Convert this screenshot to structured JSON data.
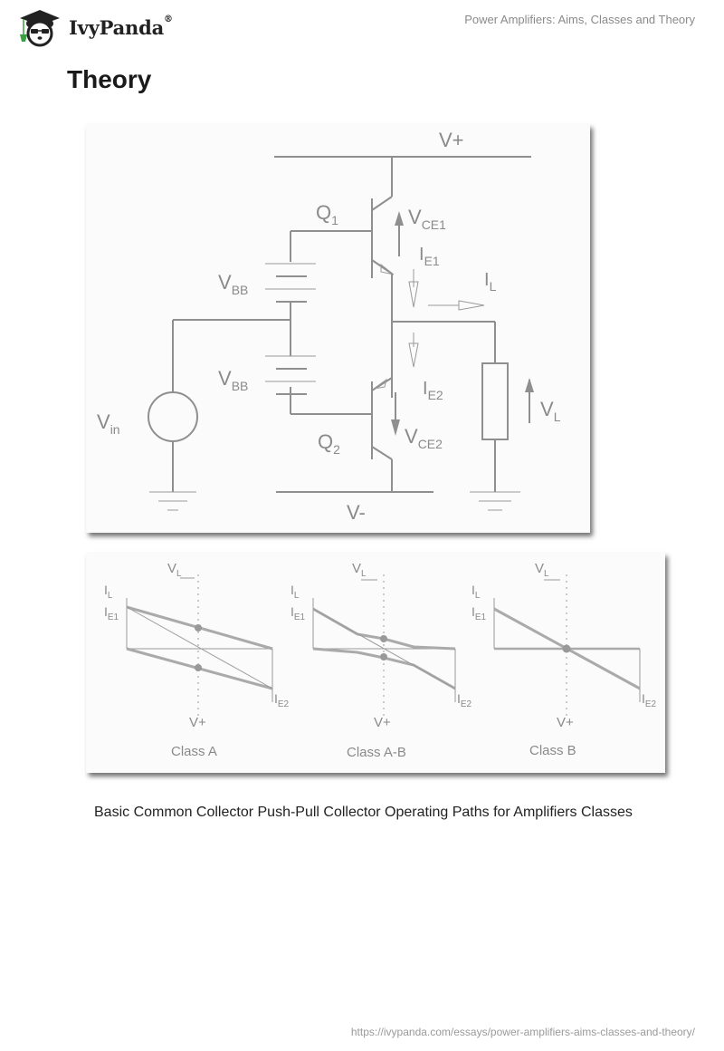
{
  "header": {
    "brand": "IvyPanda",
    "brand_mark": "®",
    "logo_icon": "panda-graduate-icon",
    "doc_title": "Power Amplifiers: Aims, Classes and Theory"
  },
  "section": {
    "title": "Theory"
  },
  "schematic": {
    "v_plus": "V+",
    "v_minus": "V-",
    "q1": "Q",
    "q1_sub": "1",
    "q2": "Q",
    "q2_sub": "2",
    "vbb1": "V",
    "vbb1_sub": "BB",
    "vbb2": "V",
    "vbb2_sub": "BB",
    "vin": "V",
    "vin_sub": "in",
    "vce1": "V",
    "vce1_sub": "CE1",
    "ie1": "I",
    "ie1_sub": "E1",
    "il": "I",
    "il_sub": "L",
    "ie2": "I",
    "ie2_sub": "E2",
    "vce2": "V",
    "vce2_sub": "CE2",
    "vl": "V",
    "vl_sub": "L"
  },
  "operating_paths": {
    "plots": [
      {
        "class_label": "Class A",
        "vl": "V",
        "vl_sub": "L",
        "il": "I",
        "il_sub": "L",
        "ie1": "I",
        "ie1_sub": "E1",
        "ie2": "I",
        "ie2_sub": "E2",
        "vplus": "V+"
      },
      {
        "class_label": "Class A-B",
        "vl": "V",
        "vl_sub": "L",
        "il": "I",
        "il_sub": "L",
        "ie1": "I",
        "ie1_sub": "E1",
        "ie2": "I",
        "ie2_sub": "E2",
        "vplus": "V+"
      },
      {
        "class_label": "Class B",
        "vl": "V",
        "vl_sub": "L",
        "il": "I",
        "il_sub": "L",
        "ie1": "I",
        "ie1_sub": "E1",
        "ie2": "I",
        "ie2_sub": "E2",
        "vplus": "V+"
      }
    ]
  },
  "caption": "Basic Common Collector Push-Pull Collector Operating Paths for Amplifiers Classes",
  "footer": {
    "url": "https://ivypanda.com/essays/power-amplifiers-aims-classes-and-theory/"
  }
}
